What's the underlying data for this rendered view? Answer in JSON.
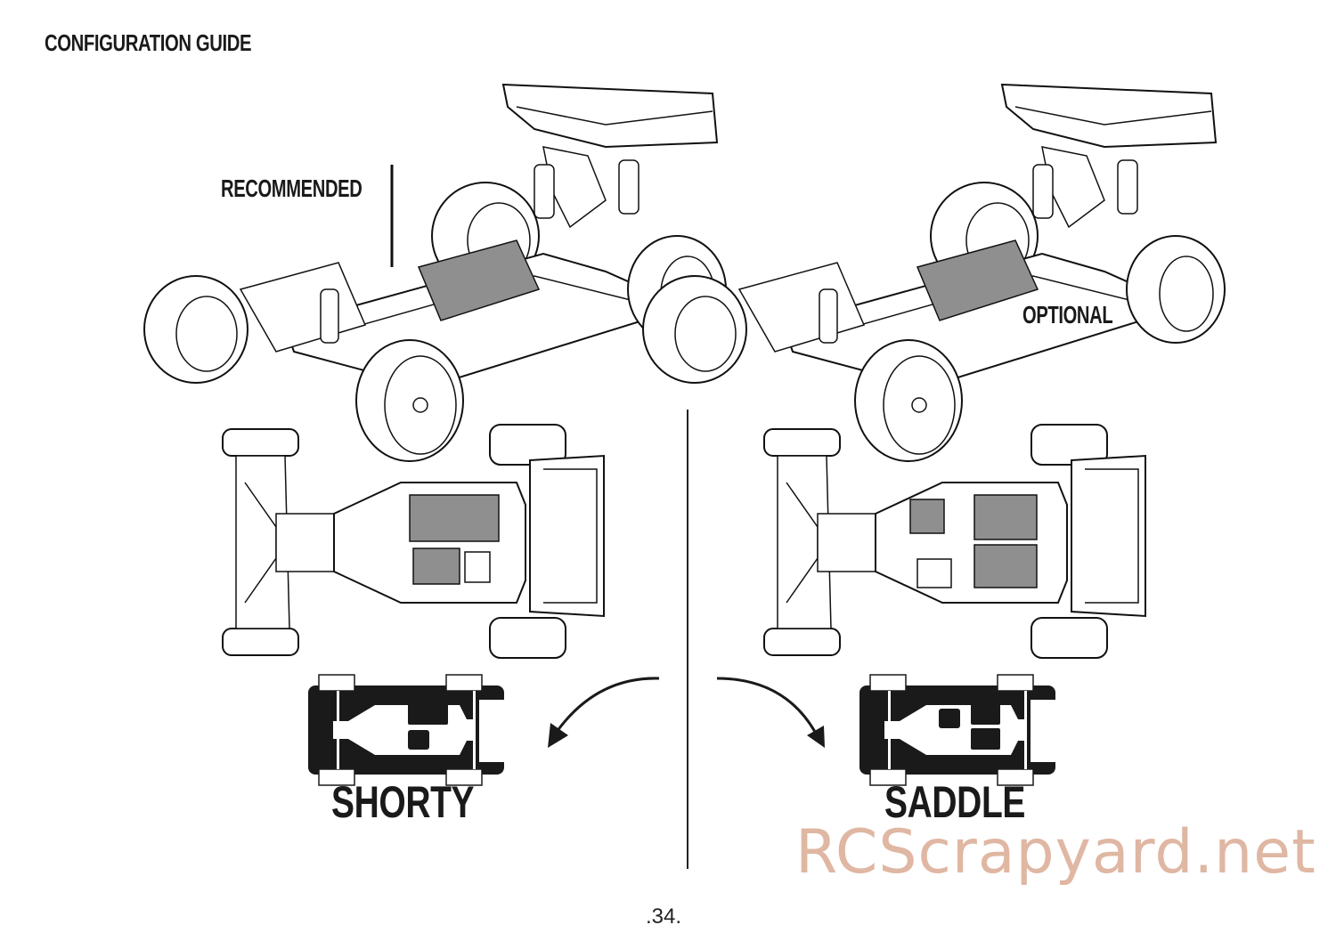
{
  "page": {
    "title": "CONFIGURATION GUIDE",
    "page_number": ".34.",
    "watermark": "RCScrapyard.net"
  },
  "configurations": [
    {
      "id": "shorty",
      "perspective_label": "RECOMMENDED",
      "icon_label": "SHORTY",
      "arrow_direction": "down-left"
    },
    {
      "id": "saddle",
      "perspective_label": "OPTIONAL",
      "icon_label": "SADDLE",
      "arrow_direction": "down-right"
    }
  ],
  "colors": {
    "ink": "#1a1a1a",
    "component_fill": "#8f8f8f",
    "watermark": "#dfb7a3"
  }
}
